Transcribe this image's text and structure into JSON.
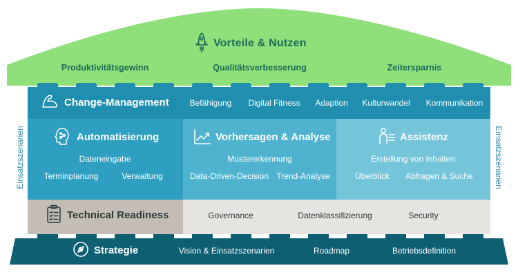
{
  "roof": {
    "title": "Vorteile & Nutzen",
    "items": [
      "Produktivitätsgewinn",
      "Qualitätsverbesserung",
      "Zeitersparnis"
    ]
  },
  "change_management": {
    "title": "Change-Management",
    "items": [
      "Befähigung",
      "Digital Fitness",
      "Adaption",
      "Kulturwandel",
      "Kommunikation"
    ]
  },
  "pillars": {
    "automatisierung": {
      "title": "Automatisierung",
      "items": [
        "Dateneingabe",
        "Terminplanung",
        "Verwaltung"
      ]
    },
    "vorhersagen": {
      "title": "Vorhersagen & Analyse",
      "items": [
        "Mustererkennung",
        "Data-Driven-Decision",
        "Trend-Analyse"
      ]
    },
    "assistenz": {
      "title": "Assistenz",
      "items": [
        "Erstellung von Inhalten",
        "Überblick",
        "Abfragen & Suche"
      ]
    }
  },
  "side_label_left": "Einsatzszenarien",
  "side_label_right": "Einsatzszenarien",
  "technical_readiness": {
    "title": "Technical Readiness",
    "items": [
      "Governance",
      "Datenklassifizierung",
      "Security"
    ]
  },
  "strategie": {
    "title": "Strategie",
    "items": [
      "Vision & Einsatzszenarien",
      "Roadmap",
      "Betriebsdefinition"
    ]
  },
  "colors": {
    "roof": "#8fe07a",
    "roof_dark": "#6fc45c",
    "change_mgmt": "#1f8eaf",
    "automatisierung": "#2e9fc0",
    "vorhersagen": "#4fb3cf",
    "assistenz": "#74c4da",
    "technical_dark": "#c3bdb6",
    "technical_light": "#e6e4e1",
    "strategie": "#0f5f73",
    "side_text": "#2e8aa8"
  },
  "icons": [
    "rocket-icon",
    "flexed-arm-icon",
    "brain-head-icon",
    "trend-chart-icon",
    "person-list-icon",
    "checklist-icon",
    "compass-icon"
  ]
}
